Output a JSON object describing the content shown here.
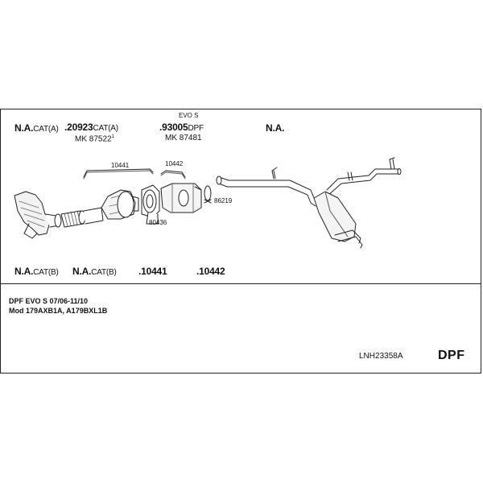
{
  "top_row": {
    "pos1": {
      "main": "N.A.",
      "suffix": "CAT(A)"
    },
    "pos2": {
      "main": ".20923",
      "suffix": "CAT(A)",
      "mk": "MK  87522",
      "mark": "1"
    },
    "pos3": {
      "header": "EVO S",
      "main": ".93005",
      "suffix": "DPF",
      "mk": "MK  87481"
    },
    "pos4": {
      "main": "N.A."
    }
  },
  "callouts": {
    "c10441": "10441",
    "c10442": "10442",
    "c86219": "86219",
    "c80436": "80436"
  },
  "bottom_row": {
    "pos1": {
      "main": "N.A.",
      "suffix": "CAT(B)"
    },
    "pos2": {
      "main": "N.A.",
      "suffix": "CAT(B)"
    },
    "pos3": {
      "main": ".10441"
    },
    "pos4": {
      "main": ".10442"
    }
  },
  "info": {
    "line1": "DPF EVO S   07/06-11/10",
    "line2": "Mod 179AXB1A, A179BXL1B"
  },
  "footer": {
    "code": "LNH23358A",
    "type": "DPF"
  }
}
